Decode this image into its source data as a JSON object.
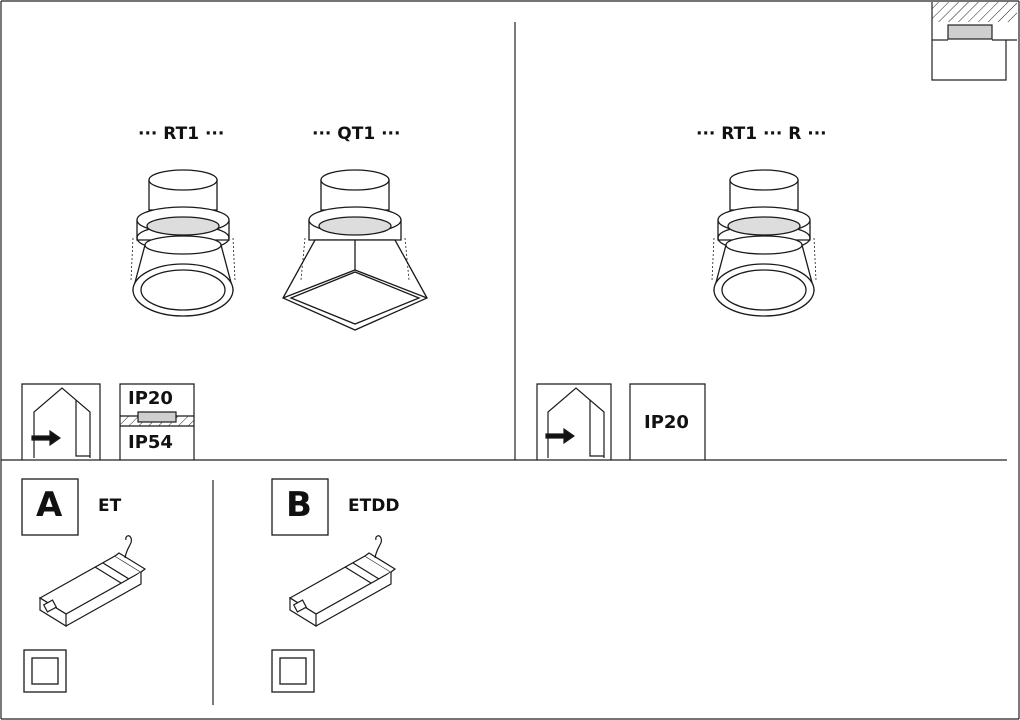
{
  "top_left_panel": {
    "product_rt1_label": "··· RT1 ···",
    "product_qt1_label": "··· QT1 ···",
    "ip_rating_top": "IP20",
    "ip_rating_bottom": "IP54"
  },
  "top_right_panel": {
    "product_rt1r_label": "··· RT1 ··· R ···",
    "ip_rating": "IP20"
  },
  "drivers": {
    "a": {
      "letter": "A",
      "label": "ET"
    },
    "b": {
      "letter": "B",
      "label": "ETDD"
    }
  },
  "icons": [
    "ceiling-recess-icon",
    "indoor-house-icon",
    "ip-seal-icon",
    "driver-module-icon",
    "class-ii-double-insulation-icon",
    "downlight-round-icon",
    "downlight-square-icon"
  ]
}
